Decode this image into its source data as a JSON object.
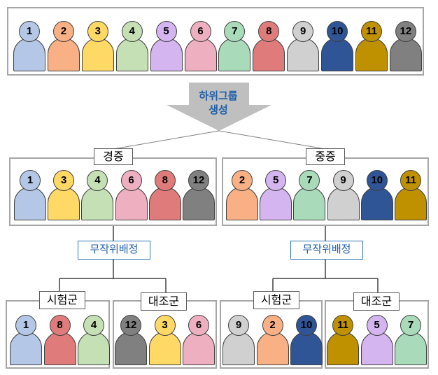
{
  "colors": {
    "1": "#b4c7e7",
    "2": "#f8b084",
    "3": "#ffd966",
    "4": "#c5e0b4",
    "5": "#d4b5f0",
    "6": "#eeb0c0",
    "7": "#a9dbbb",
    "8": "#e07b7b",
    "9": "#d0d0d0",
    "10": "#2f5597",
    "11": "#bf9000",
    "12": "#808080"
  },
  "top_group": [
    "1",
    "2",
    "3",
    "4",
    "5",
    "6",
    "7",
    "8",
    "9",
    "10",
    "11",
    "12"
  ],
  "arrow": {
    "line1": "하위그룹",
    "line2": "생성"
  },
  "subgroups": [
    {
      "label": "경증",
      "members": [
        "1",
        "3",
        "4",
        "6",
        "8",
        "12"
      ],
      "randomize": "무작위배정",
      "treatment": {
        "label": "시험군",
        "members": [
          "1",
          "8",
          "4"
        ]
      },
      "control": {
        "label": "대조군",
        "members": [
          "12",
          "3",
          "6"
        ]
      }
    },
    {
      "label": "중증",
      "members": [
        "2",
        "5",
        "7",
        "9",
        "10",
        "11"
      ],
      "randomize": "무작위배정",
      "treatment": {
        "label": "시험군",
        "members": [
          "9",
          "2",
          "10"
        ]
      },
      "control": {
        "label": "대조군",
        "members": [
          "11",
          "5",
          "7"
        ]
      }
    }
  ]
}
